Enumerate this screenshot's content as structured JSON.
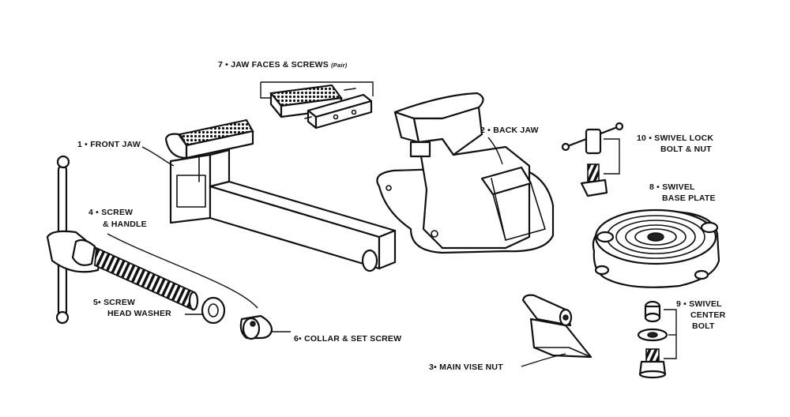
{
  "labels": {
    "jaw_faces": {
      "number": "7",
      "text": "JAW FACES & SCREWS",
      "note": "(Pair)"
    },
    "front_jaw": {
      "number": "1",
      "text": "FRONT JAW"
    },
    "back_jaw": {
      "number": "2",
      "text": "BACK JAW"
    },
    "swivel_lock": {
      "number": "10",
      "line1": "SWIVEL LOCK",
      "line2": "BOLT & NUT"
    },
    "screw_handle": {
      "number": "4",
      "line1": "SCREW",
      "line2": "& HANDLE"
    },
    "swivel_base": {
      "number": "8",
      "line1": "SWIVEL",
      "line2": "BASE PLATE"
    },
    "screw_washer": {
      "number": "5",
      "line1": "SCREW",
      "line2": "HEAD WASHER"
    },
    "collar": {
      "number": "6",
      "text": "COLLAR & SET SCREW"
    },
    "center_bolt": {
      "number": "9",
      "line1": "SWIVEL",
      "line2": "CENTER",
      "line3": "BOLT"
    },
    "vise_nut": {
      "number": "3",
      "text": "MAIN VISE NUT"
    }
  },
  "bullet": "•"
}
